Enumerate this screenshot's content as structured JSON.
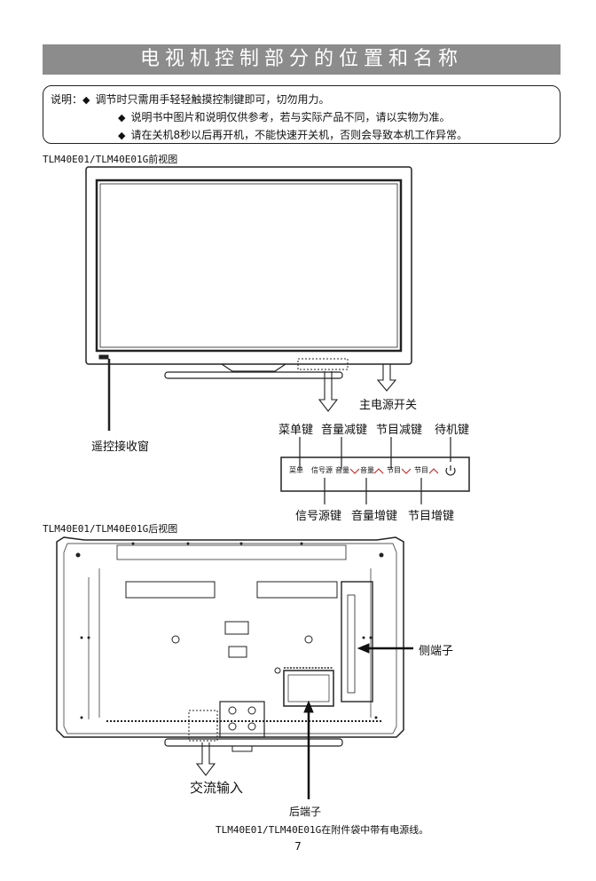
{
  "title": "电视机控制部分的位置和名称",
  "notes": {
    "label": "说明：",
    "bullet": "◆",
    "items": [
      "调节时只需用手轻轻触摸控制键即可，切勿用力。",
      "说明书中图片和说明仅供参考，若与实际产品不同，请以实物为准。",
      "请在关机8秒以后再开机，不能快速开关机，否则会导致本机工作异常。"
    ]
  },
  "front": {
    "caption": "TLM40E01/TLM40E01G前视图",
    "remote_window": "遥控接收窗",
    "main_power": "主电源开关",
    "top_keys": [
      "菜单键",
      "音量减键",
      "节目减键",
      "待机键"
    ],
    "panel": [
      "菜单",
      "信号源",
      "音量",
      "音量",
      "节目",
      "节目"
    ],
    "bottom_keys": [
      "信号源键",
      "音量增键",
      "节目增键"
    ],
    "power_icon": "power-icon"
  },
  "rear": {
    "caption": "TLM40E01/TLM40E01G后视图",
    "side_terminal": "侧端子",
    "ac_input": "交流输入",
    "rear_terminal": "后端子",
    "note": "TLM40E01/TLM40E01G在附件袋中带有电源线。"
  },
  "page_number": "7"
}
